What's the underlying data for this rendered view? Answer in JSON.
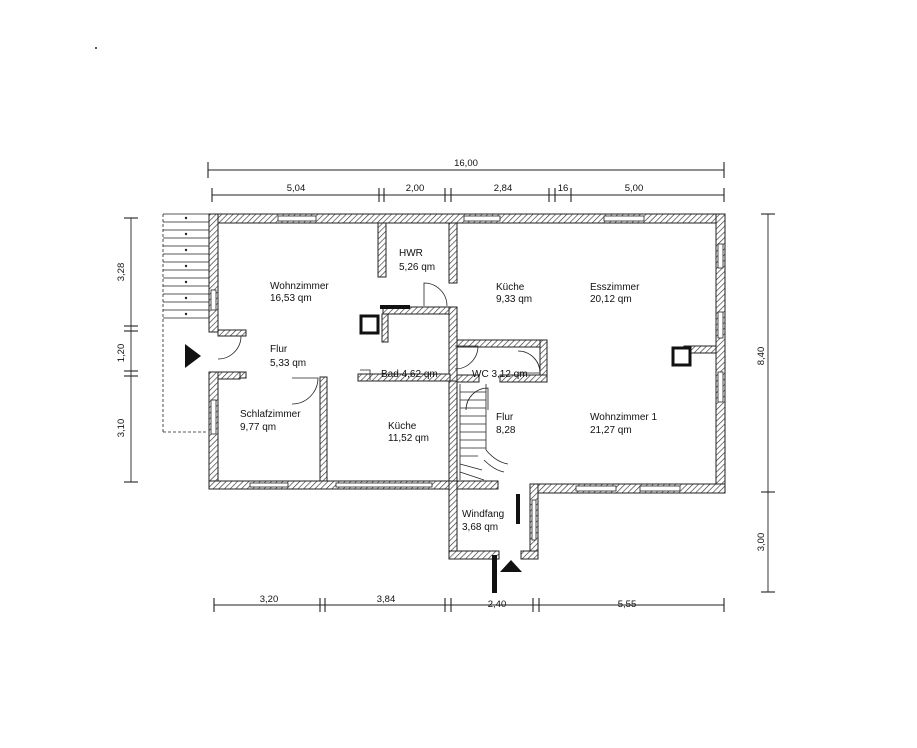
{
  "dimensions": {
    "top_total": "16,00",
    "top": [
      "5,04",
      "2,00",
      "2,84",
      "16",
      "5,00"
    ],
    "bottom": [
      "3,20",
      "3,84",
      "2,40",
      "5,55"
    ],
    "left": [
      "3,28",
      "1,20",
      "3,10"
    ],
    "right": [
      "8,40",
      "3,00"
    ]
  },
  "rooms": {
    "wohnzimmer": {
      "name": "Wohnzimmer",
      "area": "16,53 qm"
    },
    "hwr": {
      "name": "HWR",
      "area": "5,26 qm"
    },
    "kueche_upper": {
      "name": "Küche",
      "area": "9,33 qm"
    },
    "esszimmer": {
      "name": "Esszimmer",
      "area": "20,12 qm"
    },
    "flur_left": {
      "name": "Flur",
      "area": "5,33 qm"
    },
    "bad": {
      "name": "Bad 4,62 qm"
    },
    "wc": {
      "name": "WC 3,12 qm"
    },
    "schlafzimmer": {
      "name": "Schlafzimmer",
      "area": "9,77 qm"
    },
    "kueche_lower": {
      "name": "Küche",
      "area": "11,52 qm"
    },
    "flur_center": {
      "name": "Flur",
      "area": "8,28"
    },
    "wohnzimmer1": {
      "name": "Wohnzimmer 1",
      "area": "21,27 qm"
    },
    "windfang": {
      "name": "Windfang",
      "area": "3,68 qm"
    }
  }
}
